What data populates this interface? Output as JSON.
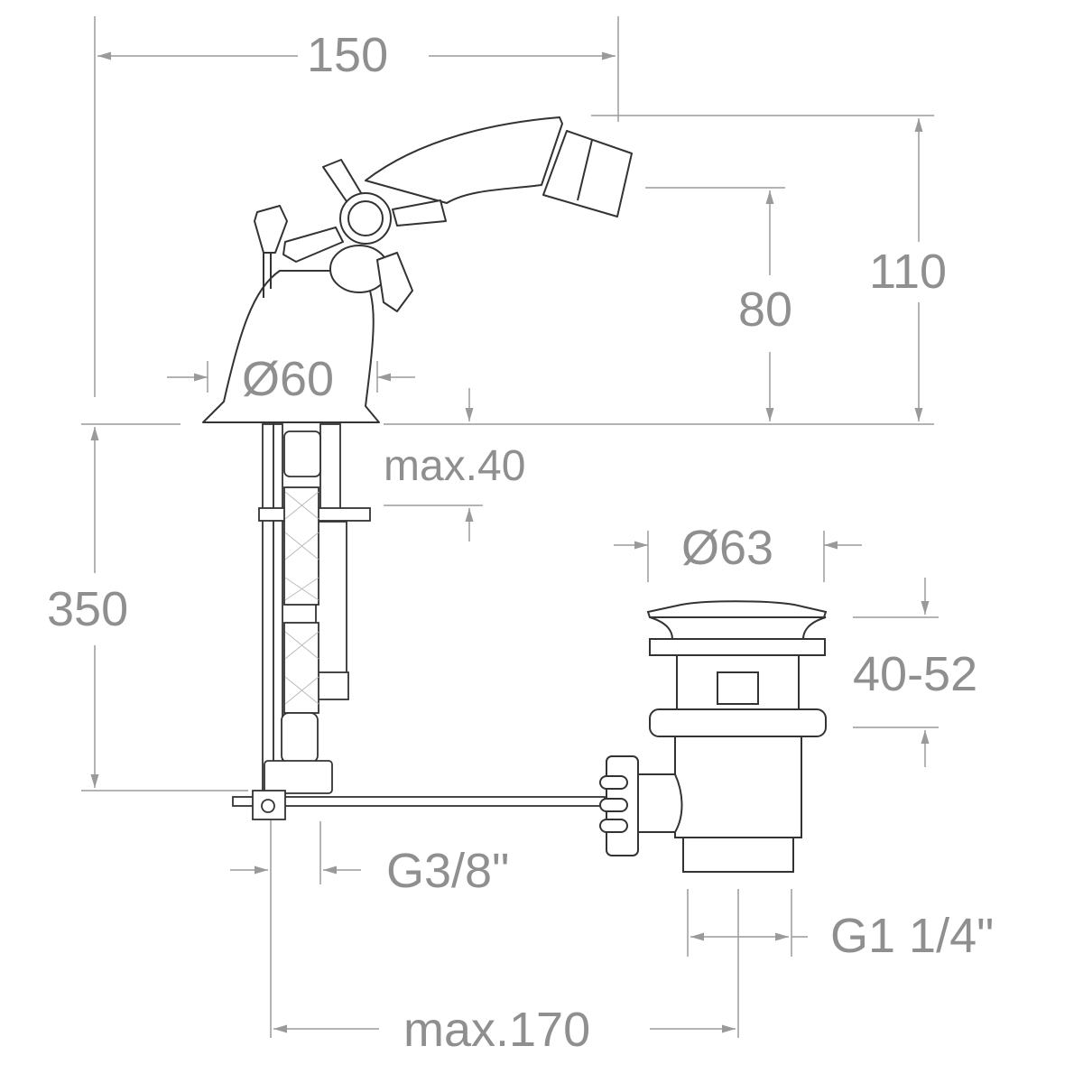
{
  "drawing": {
    "subject": "Bidet mixer with pop-up waste — dimensional drawing",
    "line_color": "#333333",
    "dim_color": "#9a9a9a",
    "text_color": "#8f8f8f"
  },
  "dimensions": {
    "width_top": "150",
    "height_spout": "110",
    "height_outlet": "80",
    "base_diameter": "Ø60",
    "deck_thickness": "max.40",
    "total_height": "350",
    "waste_diameter": "Ø63",
    "waste_range": "40-52",
    "inlet_thread": "G3/8\"",
    "waste_thread": "G1 1/4\"",
    "rod_length": "max.170"
  }
}
